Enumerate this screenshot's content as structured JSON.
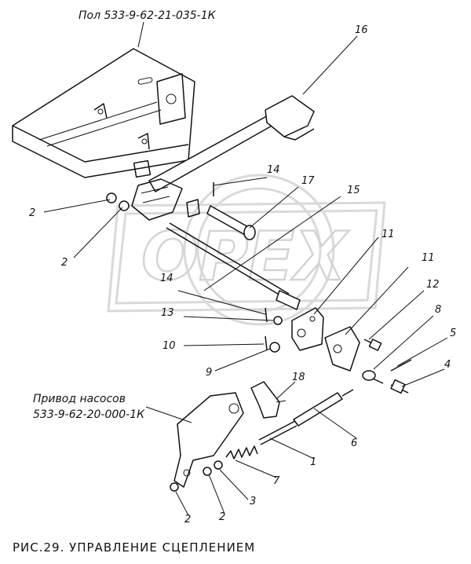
{
  "labels": {
    "floor": "Пол 533-9-62-21-035-1К",
    "pump_drive_1": "Привод насосов",
    "pump_drive_2": "533-9-62-20-000-1К",
    "caption": "РИС.29. УПРАВЛЕНИЕ СЦЕПЛЕНИЕМ"
  },
  "watermark": "OPEX",
  "callouts": {
    "c1": "1",
    "c2a": "2",
    "c2b": "2",
    "c2c": "2",
    "c2d": "2",
    "c3": "3",
    "c4": "4",
    "c5": "5",
    "c6": "6",
    "c7": "7",
    "c8": "8",
    "c9": "9",
    "c10": "10",
    "c11a": "11",
    "c11b": "11",
    "c12": "12",
    "c13": "13",
    "c14a": "14",
    "c14b": "14",
    "c15": "15",
    "c16": "16",
    "c17": "17",
    "c18": "18"
  }
}
